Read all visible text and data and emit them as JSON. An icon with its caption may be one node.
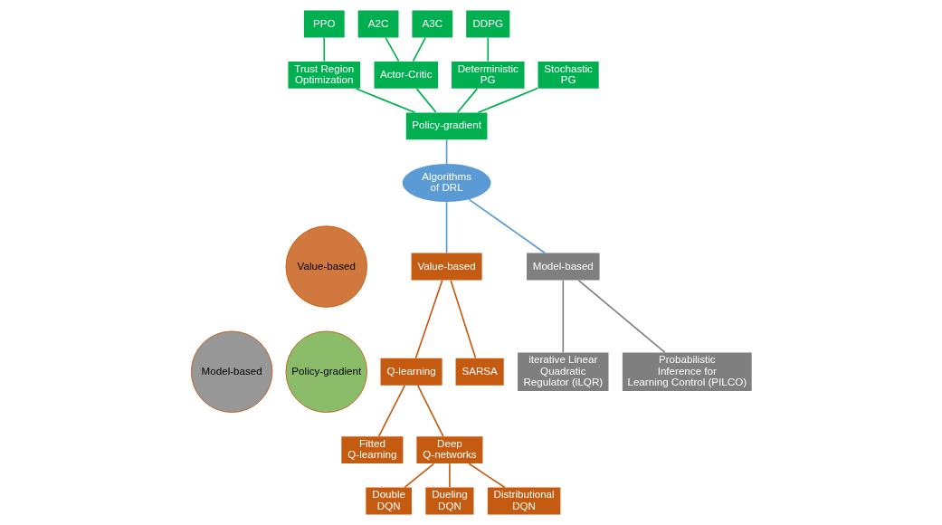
{
  "diagram": {
    "nodes": [
      {
        "text": [
          "PPO"
        ]
      },
      {
        "text": [
          "A2C"
        ]
      },
      {
        "text": [
          "A3C"
        ]
      },
      {
        "text": [
          "DDPG"
        ]
      },
      {
        "text": [
          "Trust Region Optimization"
        ]
      },
      {
        "text": [
          "Actor-Critic"
        ]
      },
      {
        "text": [
          "Deterministic PG"
        ]
      },
      {
        "text": [
          "Stochastic PG"
        ]
      },
      {
        "text": [
          "Policy-gradient"
        ]
      },
      {
        "text": [
          "Algorithms of DRL"
        ]
      },
      {
        "text": [
          "Value-based"
        ]
      },
      {
        "text": [
          "Model-based"
        ]
      },
      {
        "text": [
          "Policy-gradient"
        ]
      },
      {
        "text": [
          "Value-based"
        ]
      },
      {
        "text": [
          "Q-learning"
        ]
      },
      {
        "text": [
          "SARSA"
        ]
      },
      {
        "text": [
          "Model-based"
        ]
      },
      {
        "text": [
          "Fitted Q-learning"
        ]
      },
      {
        "text": [
          "Deep Q-networks"
        ]
      },
      {
        "text": [
          "iterative Linear Quadratic Regulator (iLQR)"
        ]
      },
      {
        "text": [
          "Probabilistic Inference for Learning Control (PILCO)"
        ]
      },
      {
        "text": [
          "Double DQN"
        ]
      },
      {
        "text": [
          "Dueling DQN"
        ]
      },
      {
        "text": [
          "Distributional DQN"
        ]
      }
    ],
    "edges": [
      {
        "from": 0,
        "to": 4,
        "arrow": "none",
        "color": "#00b050"
      },
      {
        "from": 1,
        "to": 5,
        "arrow": "none",
        "color": "#00b050"
      },
      {
        "from": 2,
        "to": 5,
        "arrow": "none",
        "color": "#00b050"
      },
      {
        "from": 3,
        "to": 6,
        "arrow": "none",
        "color": "#00b050"
      },
      {
        "from": 4,
        "to": 8,
        "arrow": "none",
        "color": "#00b050"
      },
      {
        "from": 5,
        "to": 8,
        "arrow": "none",
        "color": "#00b050"
      },
      {
        "from": 6,
        "to": 8,
        "arrow": "none",
        "color": "#00b050"
      },
      {
        "from": 7,
        "to": 8,
        "arrow": "none",
        "color": "#00b050"
      },
      {
        "from": 8,
        "to": 9,
        "arrow": "none",
        "color": "#5b9bd5"
      },
      {
        "from": 9,
        "to": 13,
        "arrow": "none",
        "color": "#5b9bd5"
      },
      {
        "from": 9,
        "to": 16,
        "arrow": "none",
        "color": "#5b9bd5"
      },
      {
        "from": 13,
        "to": 14,
        "arrow": "none",
        "color": "#c55a11"
      },
      {
        "from": 13,
        "to": 15,
        "arrow": "none",
        "color": "#c55a11"
      },
      {
        "from": 14,
        "to": 17,
        "arrow": "none",
        "color": "#c55a11"
      },
      {
        "from": 14,
        "to": 18,
        "arrow": "none",
        "color": "#c55a11"
      },
      {
        "from": 18,
        "to": 21,
        "arrow": "none",
        "color": "#c55a11"
      },
      {
        "from": 18,
        "to": 22,
        "arrow": "none",
        "color": "#c55a11"
      },
      {
        "from": 18,
        "to": 23,
        "arrow": "none",
        "color": "#c55a11"
      },
      {
        "from": 16,
        "to": 19,
        "arrow": "none",
        "color": "#7f7f7f"
      },
      {
        "from": 16,
        "to": 20,
        "arrow": "none",
        "color": "#7f7f7f"
      }
    ]
  }
}
